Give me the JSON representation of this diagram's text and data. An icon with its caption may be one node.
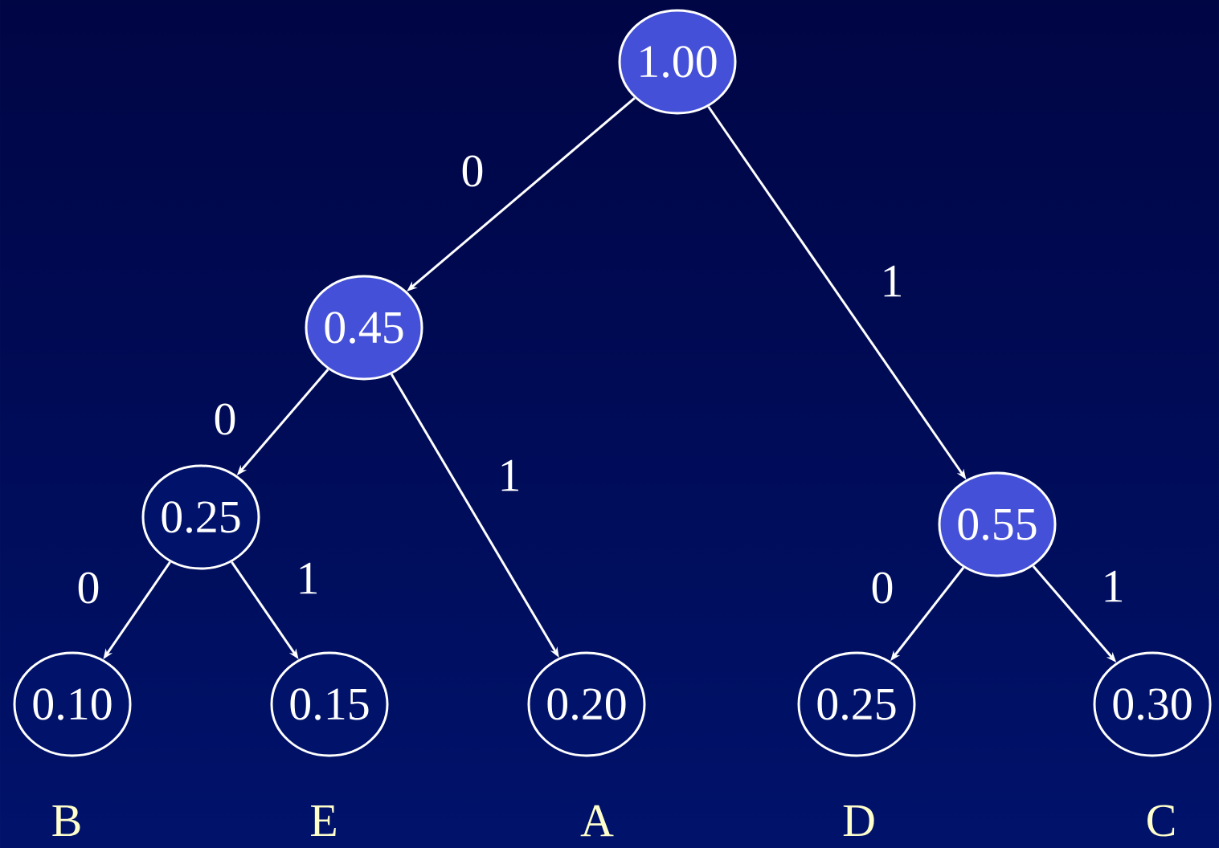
{
  "diagram": {
    "nodes": [
      {
        "text": [
          "1.00"
        ]
      },
      {
        "text": [
          "0.45"
        ]
      },
      {
        "text": [
          "0.25"
        ]
      },
      {
        "text": [
          "0.55"
        ]
      },
      {
        "text": [
          "0.10"
        ],
        "beside": [
          "B"
        ]
      },
      {
        "text": [
          "0.15"
        ],
        "beside": [
          "E"
        ]
      },
      {
        "text": [
          "0.20"
        ],
        "beside": [
          "A"
        ]
      },
      {
        "text": [
          "0.25"
        ],
        "beside": [
          "D"
        ]
      },
      {
        "text": [
          "0.30"
        ],
        "beside": [
          "C"
        ]
      }
    ],
    "edges": [
      {
        "from": 0,
        "to": 1,
        "arrow": "to",
        "label": "0"
      },
      {
        "from": 0,
        "to": 3,
        "arrow": "to",
        "label": "1"
      },
      {
        "from": 1,
        "to": 2,
        "arrow": "to",
        "label": "0"
      },
      {
        "from": 1,
        "to": 6,
        "arrow": "to",
        "label": "1"
      },
      {
        "from": 2,
        "to": 4,
        "arrow": "to",
        "label": "0"
      },
      {
        "from": 2,
        "to": 5,
        "arrow": "to",
        "label": "1"
      },
      {
        "from": 3,
        "to": 7,
        "arrow": "to",
        "label": "0"
      },
      {
        "from": 3,
        "to": 8,
        "arrow": "to",
        "label": "1"
      }
    ]
  }
}
